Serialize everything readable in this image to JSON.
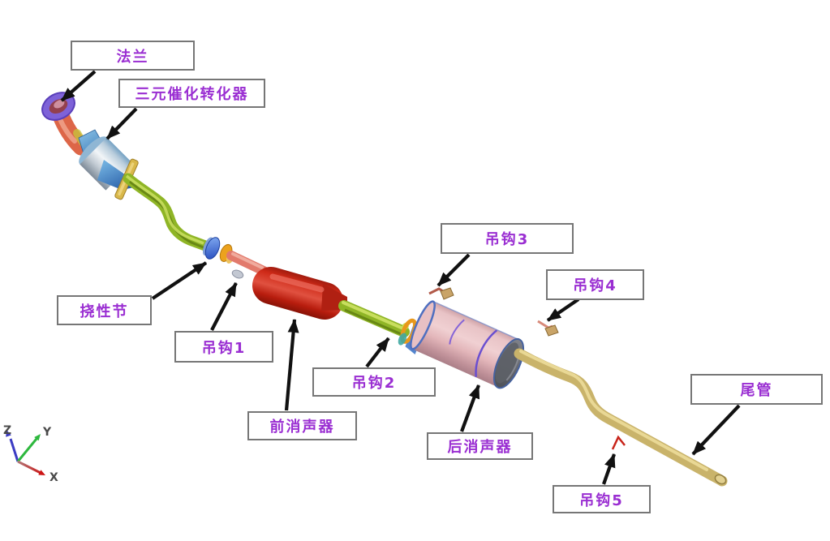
{
  "figure": {
    "description": "Annotated CAE model diagram of an automotive exhaust system",
    "background_color": "#ffffff",
    "label_text_color": "#9a2ed2",
    "label_border_color": "#767676",
    "arrow_color": "#111111"
  },
  "labels": [
    {
      "id": "flange",
      "text": "法兰"
    },
    {
      "id": "three-way-catalytic-converter",
      "text": "三元催化转化器"
    },
    {
      "id": "flexible-joint",
      "text": "挠性节"
    },
    {
      "id": "hook-1",
      "text": "吊钩1"
    },
    {
      "id": "hook-2",
      "text": "吊钩2"
    },
    {
      "id": "front-muffler",
      "text": "前消声器"
    },
    {
      "id": "hook-3",
      "text": "吊钩3"
    },
    {
      "id": "hook-4",
      "text": "吊钩4"
    },
    {
      "id": "rear-muffler",
      "text": "后消声器"
    },
    {
      "id": "tail-pipe",
      "text": "尾管"
    },
    {
      "id": "hook-5",
      "text": "吊钩5"
    }
  ],
  "axis_triad": {
    "x_label": "X",
    "y_label": "Y",
    "z_label": "Z",
    "x_color": "#cc1515",
    "y_color": "#2eb83e",
    "z_color": "#3c3cc4",
    "label_color": "#4a4a4a"
  },
  "components": [
    {
      "name": "flange",
      "color": "#7e62d8"
    },
    {
      "name": "downpipe",
      "color": "#e06a50"
    },
    {
      "name": "catalytic-converter",
      "color": "#d7dee5"
    },
    {
      "name": "intermediate-pipe",
      "color": "#8fb526"
    },
    {
      "name": "flexible-joint",
      "color": "#3b63d0"
    },
    {
      "name": "front-muffler",
      "color": "#c52415"
    },
    {
      "name": "rear-muffler",
      "color": "#e5b6b9"
    },
    {
      "name": "tail-pipe",
      "color": "#c9b36a"
    },
    {
      "name": "hanger-hooks",
      "color": "#c8241a"
    }
  ]
}
